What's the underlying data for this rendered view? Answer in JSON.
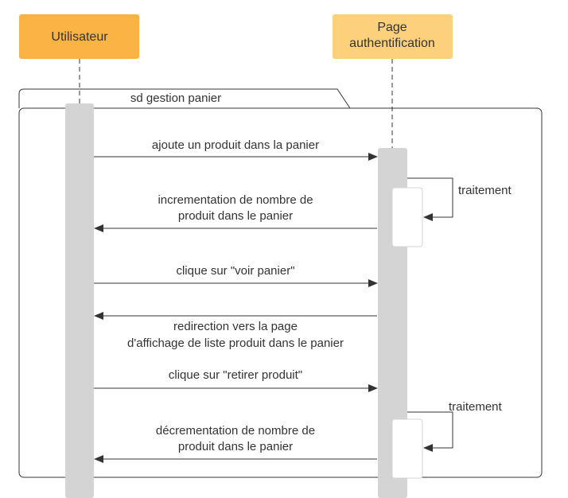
{
  "diagram": {
    "frame_label": "sd gestion panier",
    "participants": [
      {
        "id": "user",
        "name": "Utilisateur",
        "fill": "#fbb444"
      },
      {
        "id": "auth",
        "name_line1": "Page",
        "name_line2": "authentification",
        "fill": "#fdd17c"
      }
    ],
    "messages": [
      {
        "label": "ajoute un produit dans la panier"
      },
      {
        "label_line1": "incrementation de nombre de",
        "label_line2": "produit dans le panier"
      },
      {
        "label": "clique sur \"voir panier\""
      },
      {
        "label_line1": "redirection vers la page",
        "label_line2": "d'affichage de liste produit dans le panier"
      },
      {
        "label": "clique sur \"retirer produit\""
      },
      {
        "label_line1": "décrementation de nombre de",
        "label_line2": "produit dans le panier"
      }
    ],
    "self_calls": [
      {
        "label": "traitement"
      },
      {
        "label": "traitement"
      }
    ],
    "colors": {
      "activation": "#d4d4d4",
      "line": "#333333",
      "frame": "#333333"
    }
  }
}
